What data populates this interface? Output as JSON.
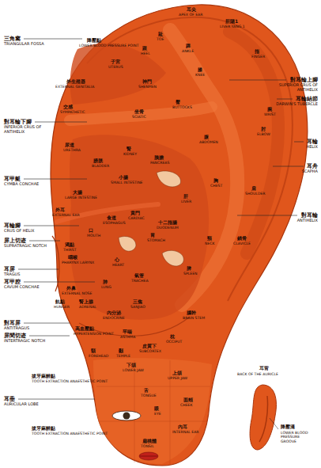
{
  "diagram": {
    "labels": [
      "三角窩",
      "TRIANGULAR FOSSA",
      "對耳輪下腳",
      "INFERIOR CRUS OF ANTIHELIX",
      "耳甲艇",
      "CYMBA CONCHAE",
      "耳輪腳",
      "CRUS OF HELIX",
      "屏上切迹",
      "SUPRATRAGIC NOTCH",
      "耳屏",
      "TRAGUS",
      "耳甲腔",
      "CAVUM CONCHAE",
      "對耳屏",
      "ANTITRAGUS",
      "屏間切迹",
      "INTERTRAGIC NOTCH",
      "耳垂",
      "AURICULAR LOBE",
      "對耳輪上腳",
      "SUPERIOR CRUS OF ANTIHELIX",
      "耳輪結節",
      "DARWIN'S TUBERCLE",
      "耳輪",
      "HELIX",
      "耳舟",
      "SCAPHA",
      "對耳輪",
      "ANTIHELIX",
      "耳尖",
      "APEX OF EAR",
      "肝陽1",
      "LIVER YANG 1",
      "指",
      "FINGER",
      "腕",
      "WRIST",
      "肘",
      "ELBOW",
      "肩",
      "SHOULDER",
      "鎖骨",
      "CLAVICLE",
      "趾",
      "TOE",
      "跟",
      "HEEL",
      "踝",
      "ANKLE",
      "膝",
      "KNEE",
      "降壓點",
      "LOWER BLOOD PRESSURE POINT",
      "子宮",
      "UTERUS",
      "神門",
      "SHENMEN",
      "交感",
      "SYMPATHETIC",
      "坐骨",
      "SCIATIC",
      "臀",
      "BUTTOCKS",
      "腹",
      "ABDOMEN",
      "胸",
      "CHEST",
      "頸",
      "NECK",
      "外生殖器",
      "EXTERNAL GENITALIA",
      "尿道",
      "URETHRA",
      "膀胱",
      "BLADDER",
      "腎",
      "KIDNEY",
      "胰膽",
      "PANCREAS",
      "小腸",
      "SMALL INTESTINE",
      "大腸",
      "LARGE INTESTINE",
      "肝",
      "LIVER",
      "外耳",
      "EXTERNAL EAR",
      "口",
      "MOUTH",
      "食道",
      "ESOPHAGUS",
      "賁門",
      "CARDIAC",
      "十二指腸",
      "DUODENUM",
      "胃",
      "STOMACH",
      "脾",
      "SPLEEN",
      "渴點",
      "THIRST",
      "咽喉",
      "PHARYNX LARYNX",
      "心",
      "HEART",
      "氣管",
      "TRACHEA",
      "肺",
      "LUNG",
      "外鼻",
      "EXTERNAL NOSE",
      "飢點",
      "HUNGER",
      "腎上腺",
      "ADRENAL",
      "內分泌",
      "ENDOCRINE",
      "三焦",
      "SANJIAO",
      "高血壓點",
      "HYPERTENSION POINT",
      "平喘",
      "ASTHMA",
      "腦幹",
      "BRAIN STEM",
      "皮質下",
      "SUBCORTEX",
      "額",
      "FOREHEAD",
      "顳",
      "TEMPLE",
      "枕",
      "OCCIPUT",
      "拔牙麻醉點",
      "TOOTH EXTRACTION ANAESTHETIC POINT",
      "下頜",
      "LOWER JAW",
      "上頜",
      "UPPER JAW",
      "舌",
      "TONGUE",
      "眼",
      "EYE",
      "面頰",
      "CHEEK",
      "內耳",
      "INTERNAL EAR",
      "拔牙麻醉點",
      "TOOTH EXTRACTION ANAESTHETIC POINT",
      "扁桃體",
      "TONSIL",
      "耳背",
      "BACK OF THE AURICLE",
      "降壓溝",
      "LOWER BLOOD PRESSURE GROOVE"
    ]
  }
}
